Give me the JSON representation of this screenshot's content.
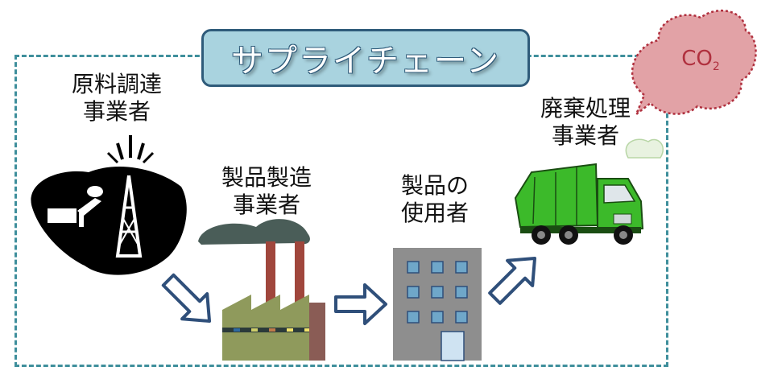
{
  "title": "サプライチェーン",
  "co2": {
    "main": "CO",
    "sub": "2"
  },
  "actors": {
    "raw_material": {
      "line1": "原料調達",
      "line2": "事業者"
    },
    "manufacturer": {
      "line1": "製品製造",
      "line2": "事業者"
    },
    "user": {
      "line1": "製品の",
      "line2": "使用者"
    },
    "waste": {
      "line1": "廃棄処理",
      "line2": "事業者"
    }
  },
  "colors": {
    "frame": "#3f8f9c",
    "title_fill": "#a9d3df",
    "title_border": "#2f5b7a",
    "cloud_fill": "#e2a2a6",
    "cloud_border": "#b0303e",
    "arrow": "#2f4f7a",
    "truck": "#3cba2a"
  },
  "icons": [
    "oil-well-icon",
    "factory-icon",
    "building-icon",
    "garbage-truck-icon",
    "arrow-icon",
    "co2-cloud-icon"
  ]
}
